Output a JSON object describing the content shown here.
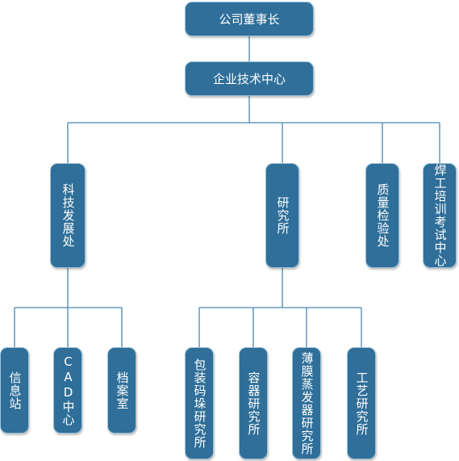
{
  "colors": {
    "node_fill": "#2f6f99",
    "node_border": "#9ec3d9",
    "line": "#4a86b3"
  },
  "nodes": {
    "chairman": "公司董事长",
    "tech_center": "企业技术中心",
    "sci_dev": "科技发展处",
    "institute": "研究所",
    "quality": "质量检验处",
    "welding": "焊工培训考试中心",
    "info": "信息站",
    "cad": "CAD中心",
    "archive": "档案室",
    "packaging": "包装码垛研究所",
    "container": "容器研究所",
    "evaporator": "薄膜蒸发器研究所",
    "process": "工艺研究所"
  }
}
